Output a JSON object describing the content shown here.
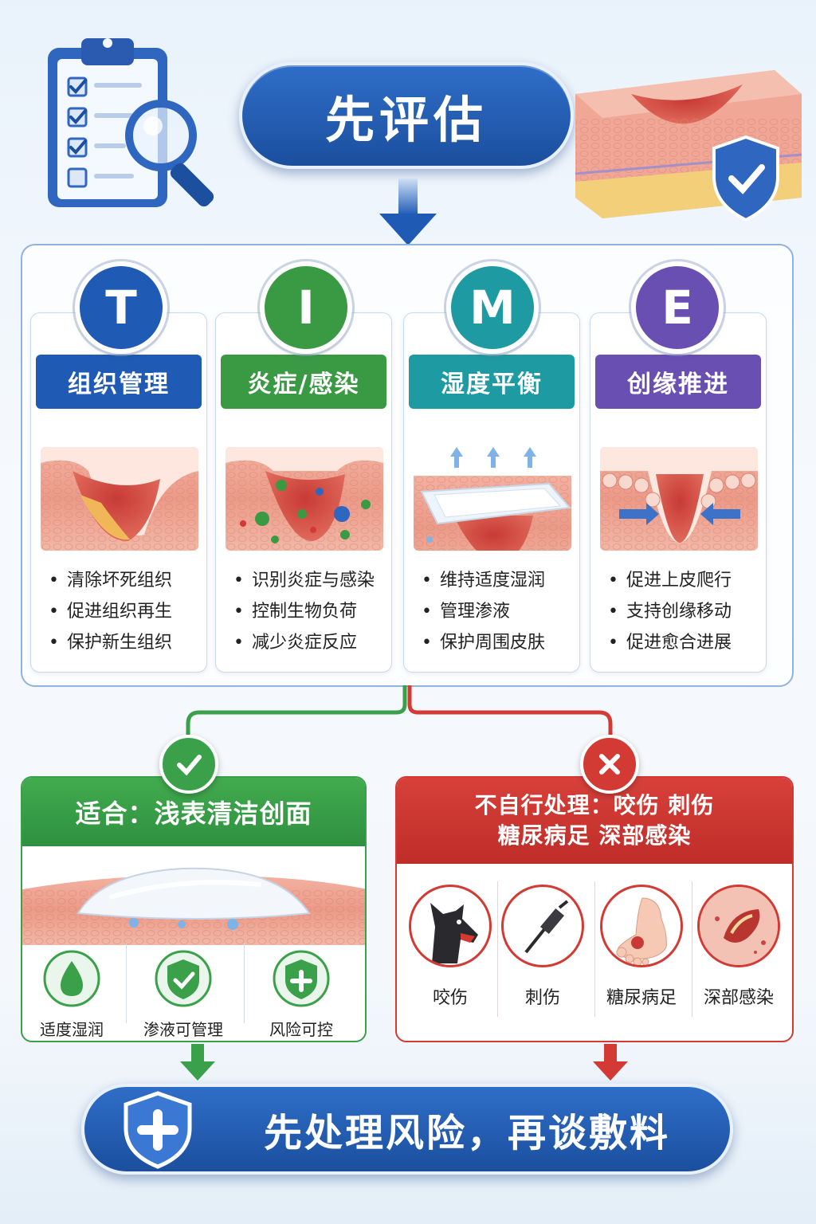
{
  "header": {
    "title": "先评估"
  },
  "time": {
    "columns": [
      {
        "letter": "T",
        "title": "组织管理",
        "color": "#1f5bb5",
        "items": [
          "清除坏死组织",
          "促进组织再生",
          "保护新生组织"
        ]
      },
      {
        "letter": "I",
        "title": "炎症/感染",
        "color": "#3a9a44",
        "items": [
          "识别炎症与感染",
          "控制生物负荷",
          "减少炎症反应"
        ]
      },
      {
        "letter": "M",
        "title": "湿度平衡",
        "color": "#1e9aa3",
        "items": [
          "维持适度湿润",
          "管理渗液",
          "保护周围皮肤"
        ]
      },
      {
        "letter": "E",
        "title": "创缘推进",
        "color": "#6a4fb3",
        "items": [
          "促进上皮爬行",
          "支持创缘移动",
          "促进愈合进展"
        ]
      }
    ]
  },
  "suitable": {
    "title": "适合：浅表清洁创面",
    "features": [
      {
        "icon": "droplet-icon",
        "label": "适度湿润"
      },
      {
        "icon": "shield-check-icon",
        "label": "渗液可管理"
      },
      {
        "icon": "shield-plus-icon",
        "label": "风险可控"
      }
    ]
  },
  "not_suitable": {
    "title_line1": "不自行处理：咬伤 刺伤",
    "title_line2": "糖尿病足 深部感染",
    "items": [
      {
        "icon": "dog-icon",
        "label": "咬伤"
      },
      {
        "icon": "thorn-icon",
        "label": "刺伤"
      },
      {
        "icon": "diabetic-foot-icon",
        "label": "糖尿病足"
      },
      {
        "icon": "deep-infection-icon",
        "label": "深部感染"
      }
    ]
  },
  "footer": {
    "slogan": "先处理风险，再谈敷料"
  },
  "colors": {
    "blue": "#1f5bb5",
    "green": "#3aa04a",
    "red": "#d23a33",
    "teal": "#1e9aa3",
    "purple": "#6a4fb3"
  }
}
